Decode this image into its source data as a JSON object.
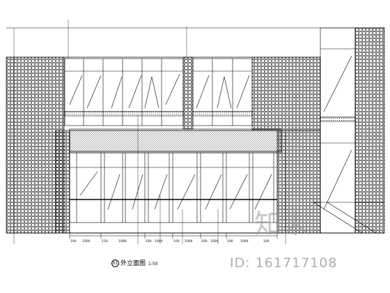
{
  "drawing": {
    "title_number": "01",
    "title_text": "外立面图",
    "scale_text": "1:50",
    "dimensions": [
      "100",
      "1000",
      "150",
      "1000",
      "100",
      "1000",
      "100",
      "1000",
      "100",
      "1000",
      "100",
      "1000",
      "100"
    ],
    "watermark_logo": "知末",
    "watermark_id": "ID: 161717108"
  }
}
